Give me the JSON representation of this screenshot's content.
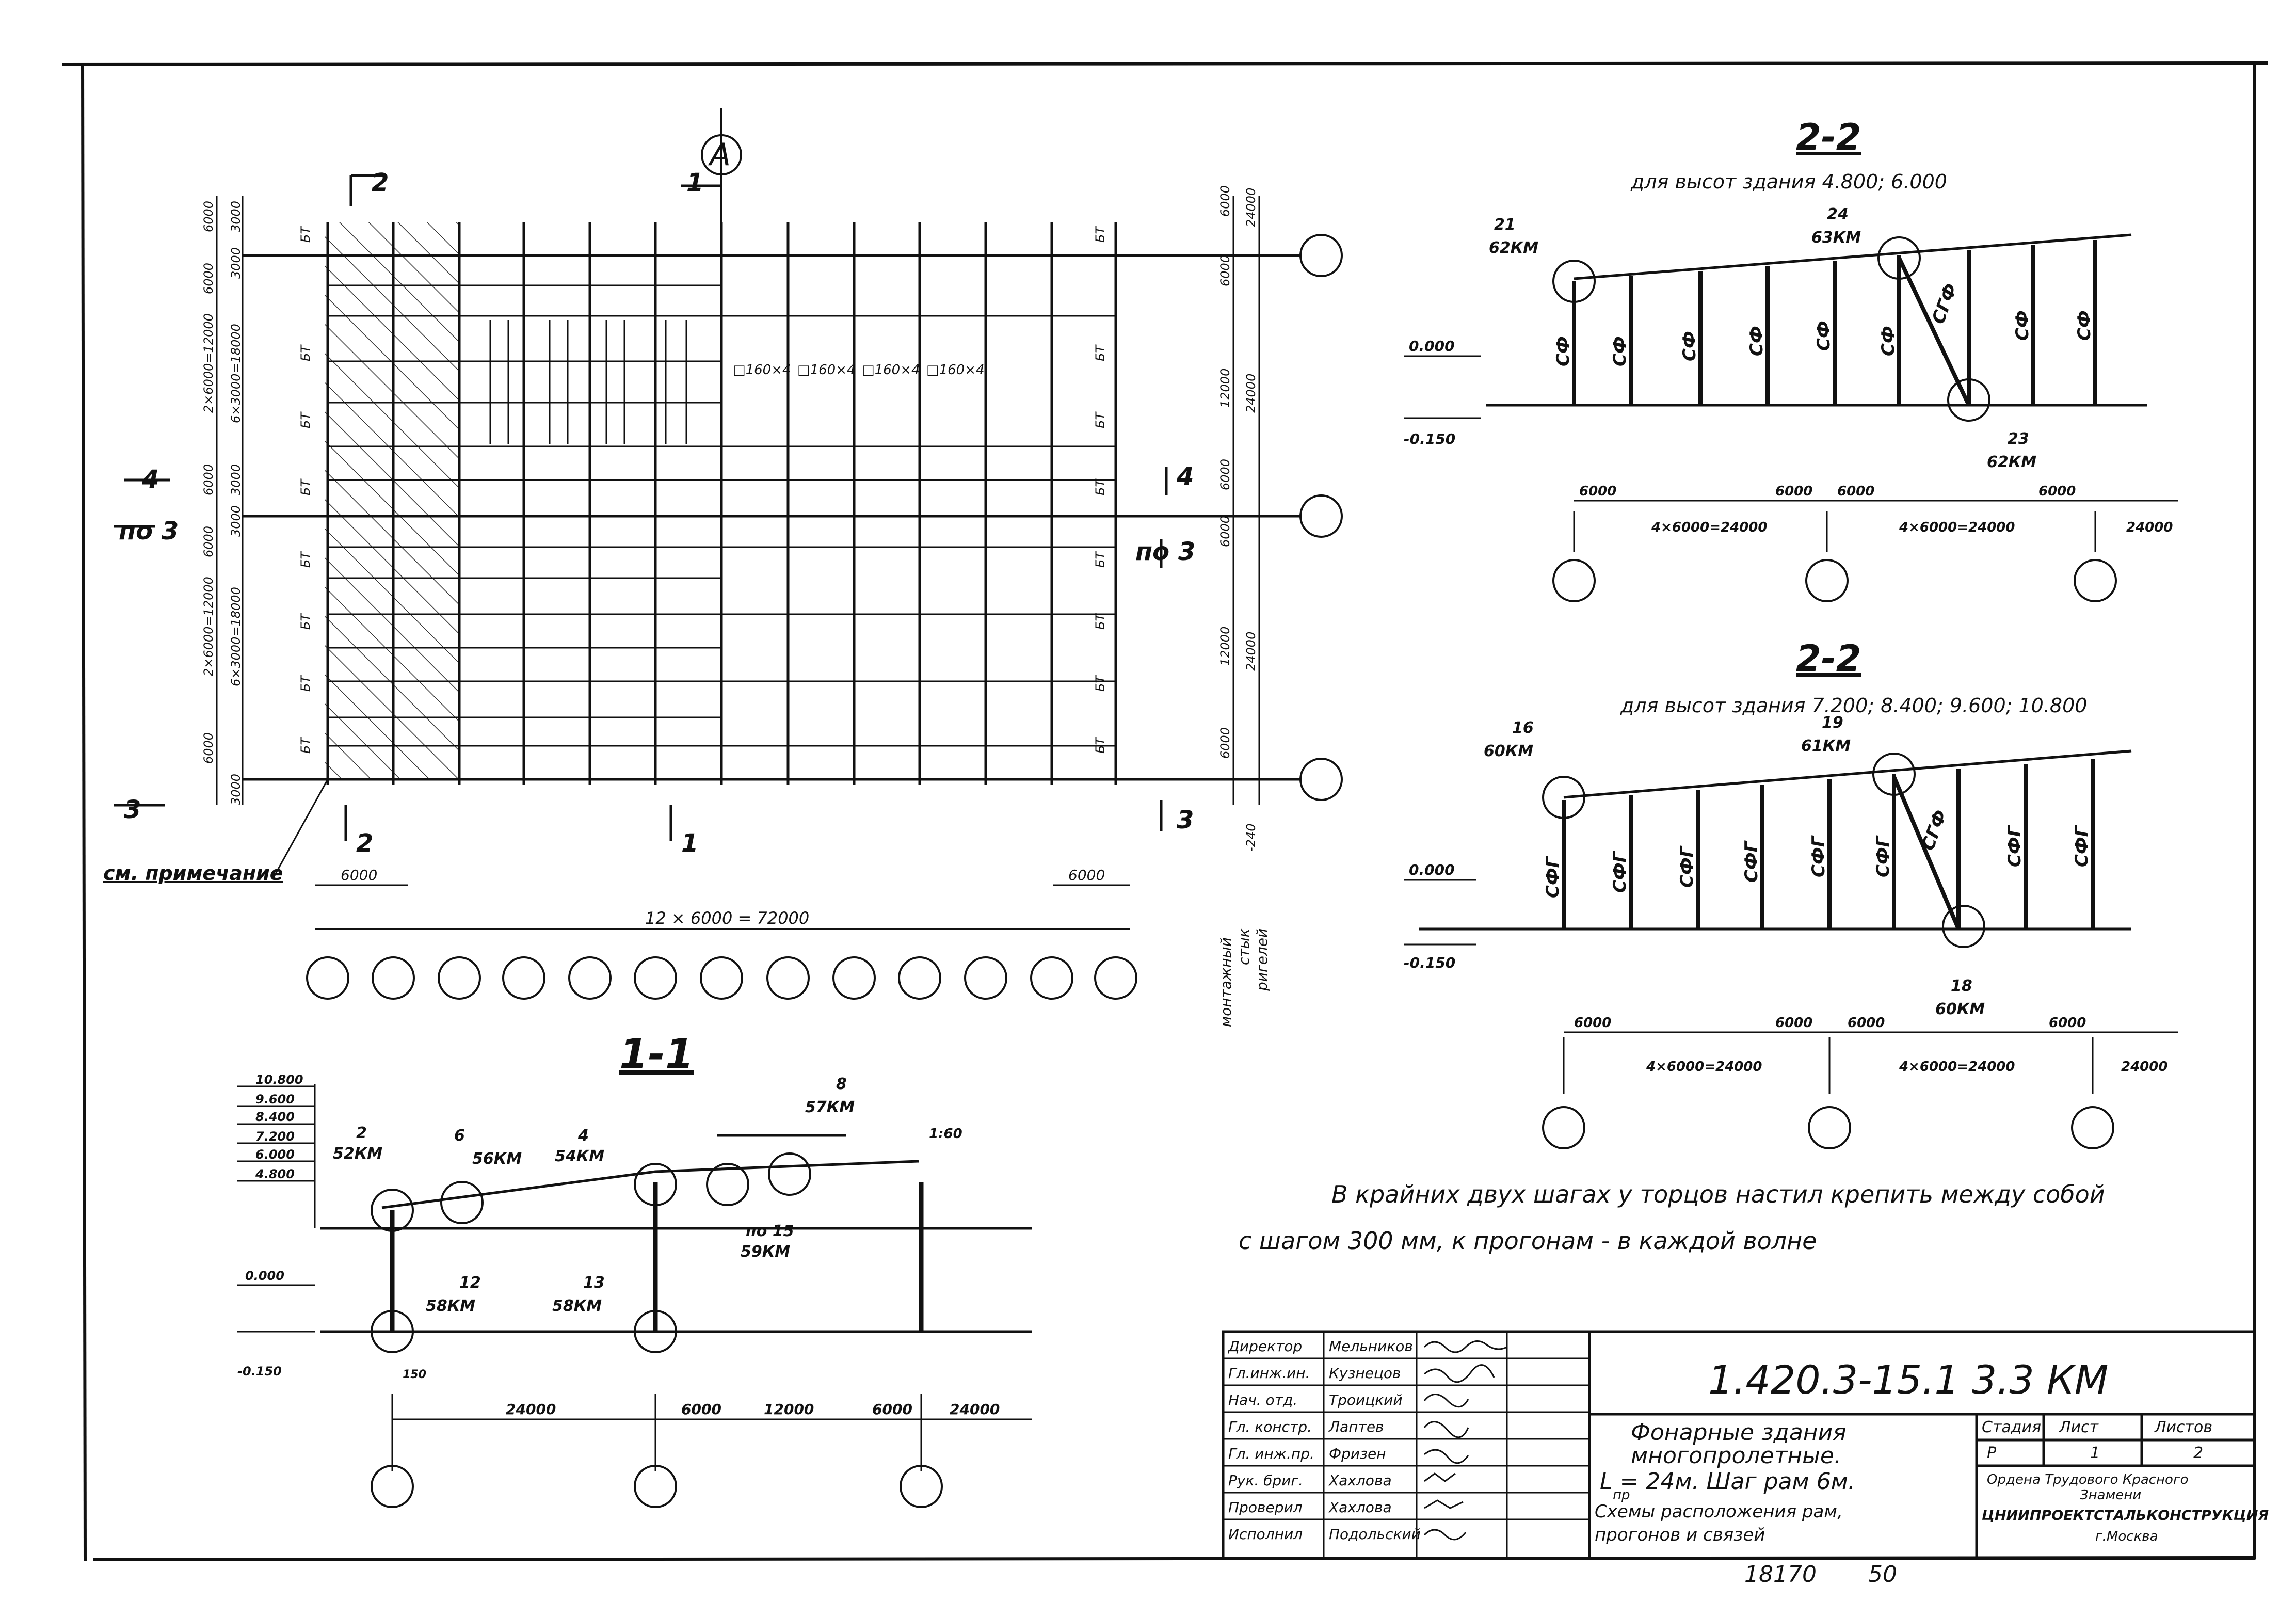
{
  "plan": {
    "north_mark": "А",
    "left_dims_outer": [
      "6000",
      "6000",
      "2×6000=12000",
      "6000",
      "6000",
      "2×6000=12000",
      "6000"
    ],
    "left_dims_inner": [
      "3000",
      "3000",
      "6×3000=18000",
      "3000",
      "3000",
      "6×3000=18000",
      "3000"
    ],
    "right_dims_inner": [
      "6000",
      "6000",
      "12000",
      "6000",
      "6000",
      "12000",
      "6000"
    ],
    "right_dims_outer": [
      "24000",
      "24000",
      "24000",
      "-240"
    ],
    "bt_label": "БТ",
    "purlin_labels": [
      "□160×4",
      "□160×4",
      "□160×4",
      "□160×4"
    ],
    "section_marks": {
      "s2": "2",
      "s1": "1",
      "s4": "4",
      "s3": "3",
      "po3": "по 3",
      "po3_right": "по 3"
    },
    "note_ref": "см. примечание",
    "bottom_dim_first": "6000",
    "bottom_dim_last": "6000",
    "bottom_dim_total": "12 × 6000 = 72000",
    "side_label": [
      "монтажный",
      "стык",
      "ригелей"
    ]
  },
  "section_2_2_a": {
    "title": "2-2",
    "subtitle": "для высот здания  4.800; 6.000",
    "levels": [
      "0.000",
      "-0.150"
    ],
    "nodes": [
      {
        "num": "21",
        "code": "62КМ"
      },
      {
        "num": "24",
        "code": "63КМ"
      },
      {
        "num": "23",
        "code": "62КМ"
      }
    ],
    "col_label": "СФ",
    "brace_label": "СГФ",
    "dims_top": [
      "6000",
      "6000",
      "6000",
      "6000"
    ],
    "dims_bottom": [
      "4×6000=24000",
      "4×6000=24000",
      "24000"
    ]
  },
  "section_2_2_b": {
    "title": "2-2",
    "subtitle": "для высот здания  7.200; 8.400; 9.600; 10.800",
    "levels": [
      "0.000",
      "-0.150"
    ],
    "nodes": [
      {
        "num": "16",
        "code": "60КМ"
      },
      {
        "num": "19",
        "code": "61КМ"
      },
      {
        "num": "18",
        "code": "60КМ"
      }
    ],
    "col_label": "СФГ",
    "brace_label": "СГФ",
    "dims_top": [
      "6000",
      "6000",
      "6000",
      "6000"
    ],
    "dims_bottom": [
      "4×6000=24000",
      "4×6000=24000",
      "24000"
    ]
  },
  "section_1_1": {
    "title": "1-1",
    "heights": [
      "10.800",
      "9.600",
      "8.400",
      "7.200",
      "6.000",
      "4.800"
    ],
    "levels": [
      "0.000",
      "-0.150"
    ],
    "nodes": [
      {
        "num": "2",
        "code": "52КМ"
      },
      {
        "num": "6",
        "code": "56КМ"
      },
      {
        "num": "4",
        "code": "54КМ"
      },
      {
        "num": "8",
        "code": "57КМ"
      },
      {
        "num": "по 15",
        "code": "59КМ"
      },
      {
        "num": "12",
        "code": "58КМ"
      },
      {
        "num": "13",
        "code": "58КМ"
      }
    ],
    "slope": "1:60",
    "small_dim": "150",
    "dims": [
      "24000",
      "6000",
      "12000",
      "6000",
      "24000"
    ]
  },
  "note": {
    "line1": "В крайних двух шагах у торцов настил крепить между собой",
    "line2": "с шагом 300 мм, к прогонам - в каждой волне"
  },
  "title_block": {
    "roles": [
      "Директор",
      "Гл.инж.ин.",
      "Нач. отд.",
      "Гл. констр.",
      "Гл. инж.пр.",
      "Рук. бриг.",
      "Проверил",
      "Исполнил"
    ],
    "names": [
      "Мельников",
      "Кузнецов",
      "Троицкий",
      "Лаптев",
      "Фризен",
      "Хахлова",
      "Хахлова",
      "Подольский"
    ],
    "doc_code": "1.420.3-15.1  3.3 КМ",
    "title_lines": [
      "Фонарные здания",
      "многопролетные.",
      "L  = 24м. Шаг рам 6м.",
      "Схемы расположения рам,",
      "прогонов и связей"
    ],
    "title_sub": "пр",
    "stage_head": [
      "Стадия",
      "Лист",
      "Листов"
    ],
    "stage_vals": [
      "Р",
      "1",
      "2"
    ],
    "org_lines": [
      "Ордена Трудового Красного",
      "Знамени",
      "ЦНИИПРОЕКТСТАЛЬКОНСТРУКЦИЯ",
      "г.Москва"
    ],
    "bottom_numbers": [
      "18170",
      "50"
    ]
  }
}
